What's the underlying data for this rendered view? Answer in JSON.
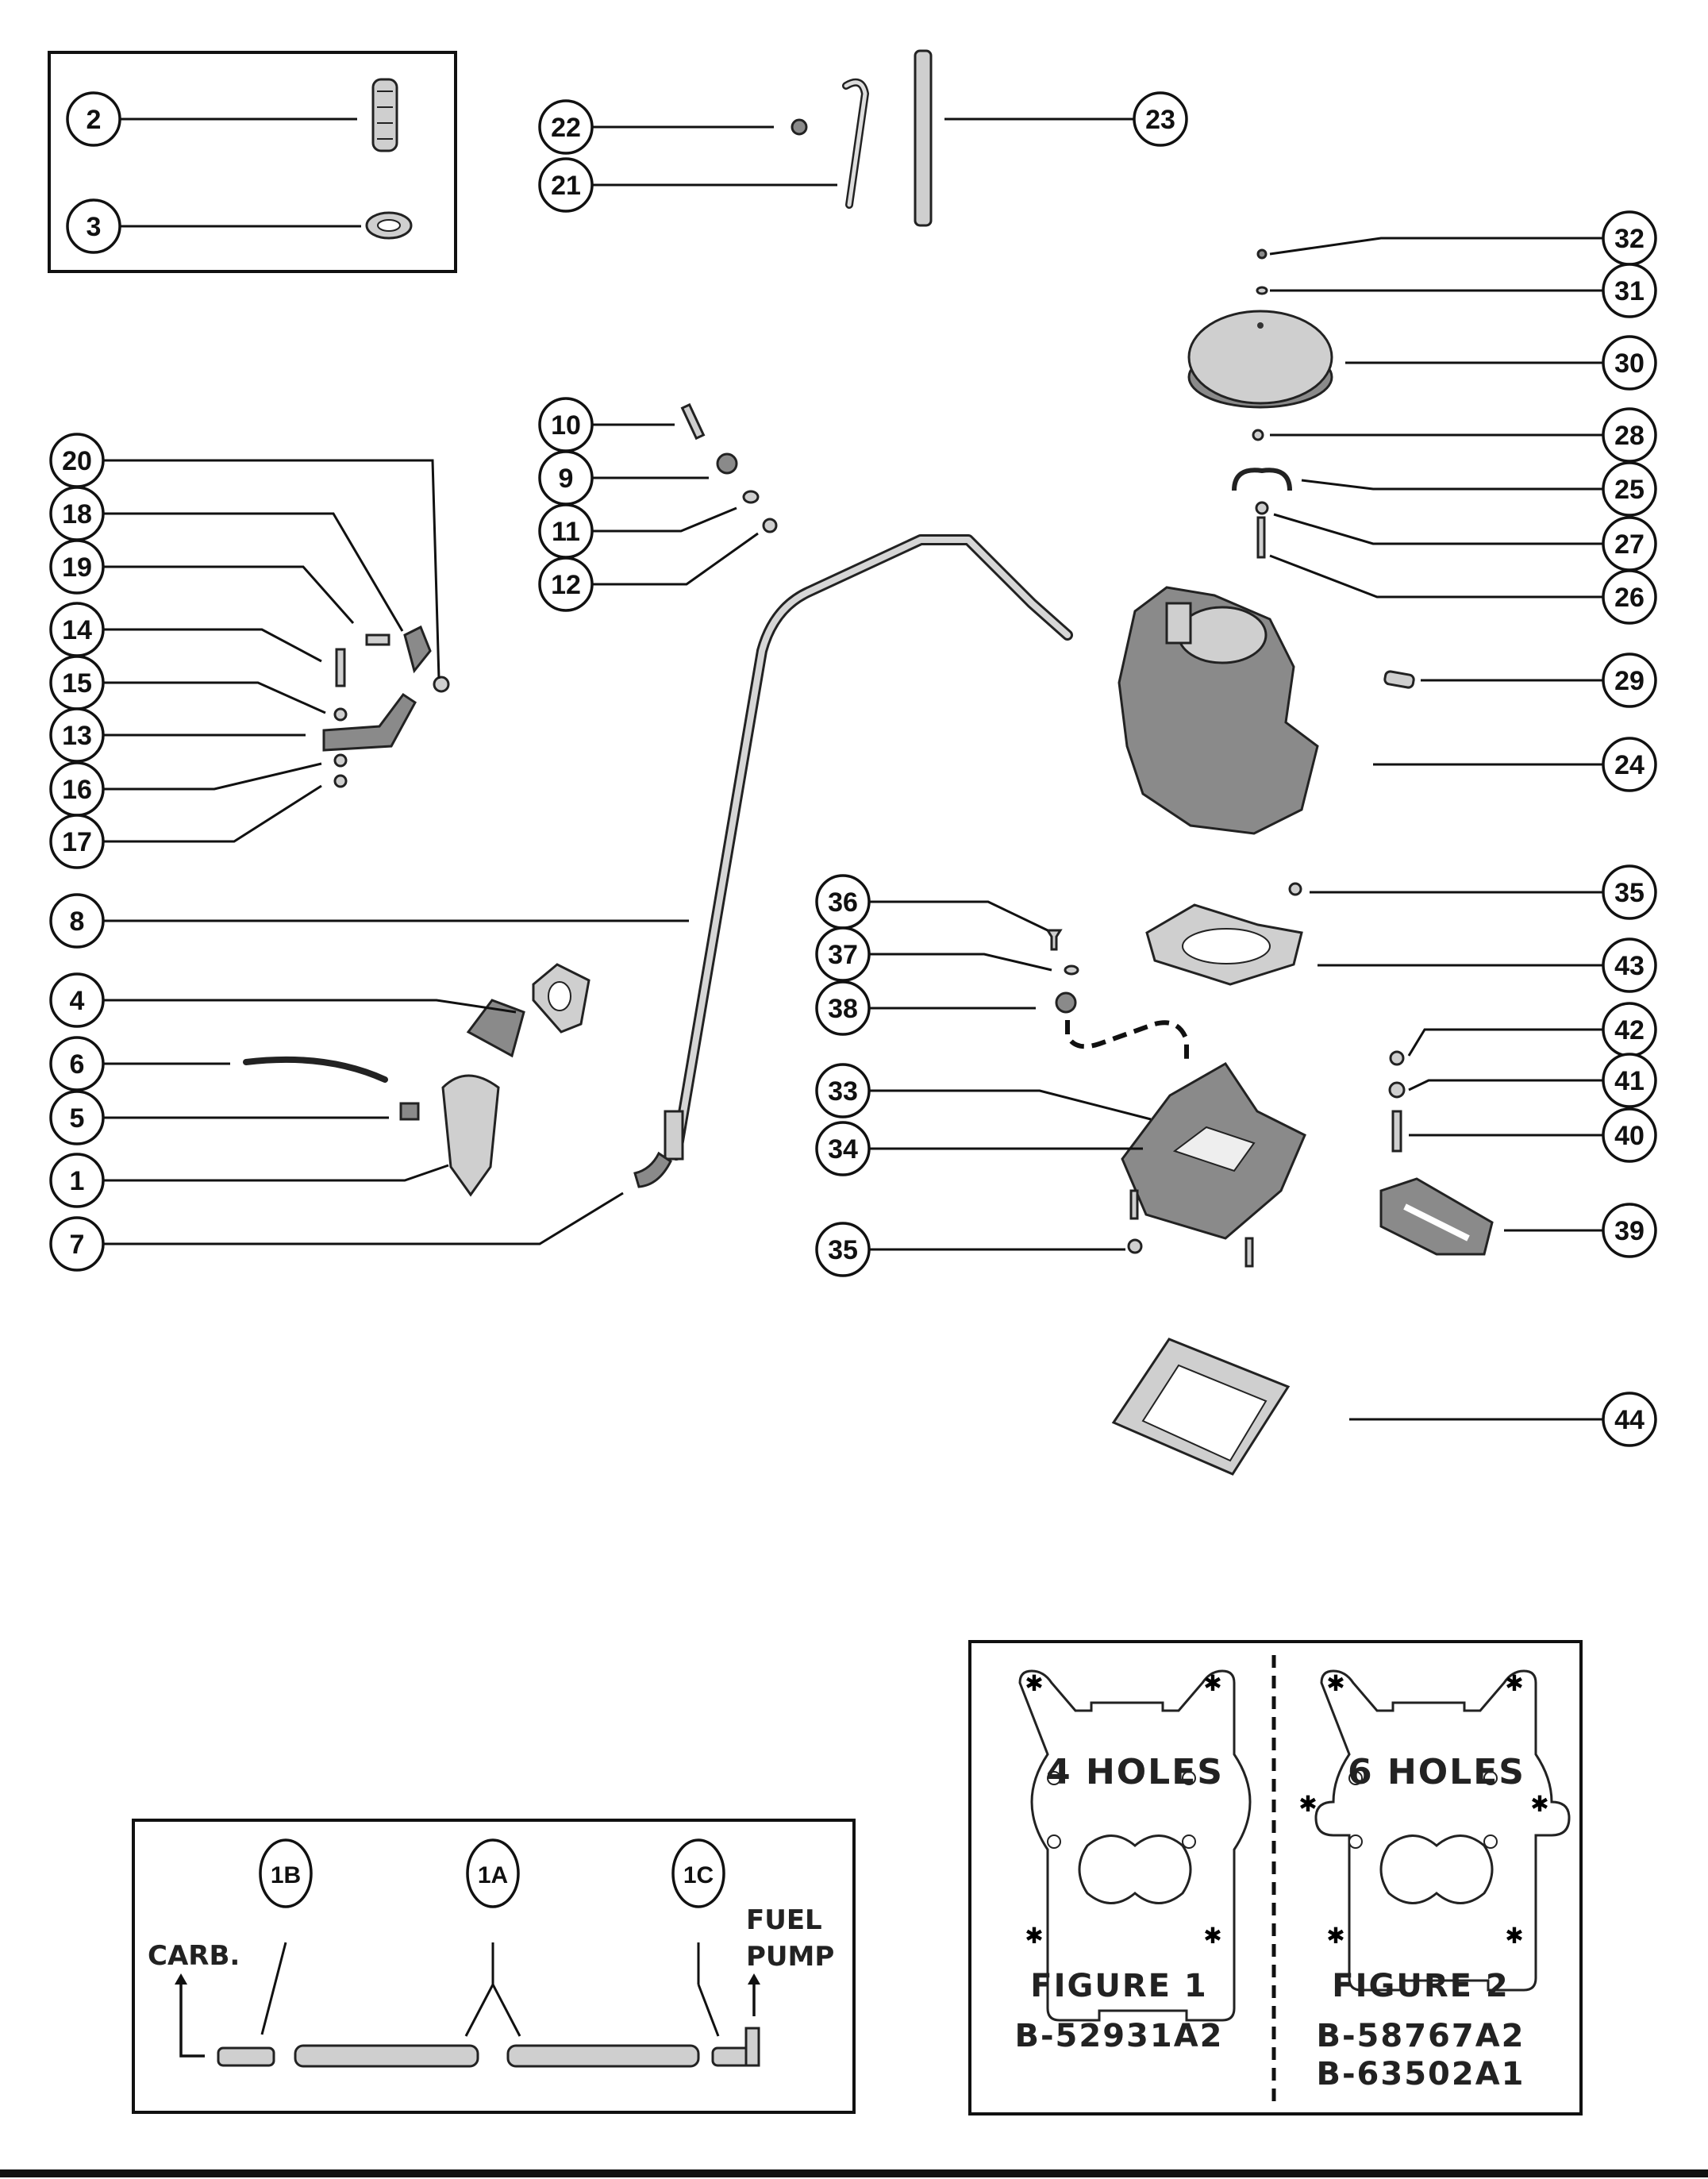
{
  "diagram": {
    "title": "Carburetor and Fuel Pump Exploded Parts Diagram",
    "callouts": [
      {
        "id": "2",
        "label": "2",
        "part": "fuel-filter-element"
      },
      {
        "id": "3",
        "label": "3",
        "part": "filter-gasket"
      },
      {
        "id": "22",
        "label": "22",
        "part": "nut"
      },
      {
        "id": "21",
        "label": "21",
        "part": "vent-tube"
      },
      {
        "id": "23",
        "label": "23",
        "part": "hose"
      },
      {
        "id": "32",
        "label": "32",
        "part": "wing-nut"
      },
      {
        "id": "31",
        "label": "31",
        "part": "washer"
      },
      {
        "id": "30",
        "label": "30",
        "part": "flame-arrestor"
      },
      {
        "id": "28",
        "label": "28",
        "part": "stud-nut"
      },
      {
        "id": "25",
        "label": "25",
        "part": "clip"
      },
      {
        "id": "27",
        "label": "27",
        "part": "lockwasher"
      },
      {
        "id": "26",
        "label": "26",
        "part": "stud"
      },
      {
        "id": "29",
        "label": "29",
        "part": "fitting"
      },
      {
        "id": "24",
        "label": "24",
        "part": "carburetor"
      },
      {
        "id": "10",
        "label": "10",
        "part": "screw"
      },
      {
        "id": "9",
        "label": "9",
        "part": "clamp"
      },
      {
        "id": "11",
        "label": "11",
        "part": "washer"
      },
      {
        "id": "12",
        "label": "12",
        "part": "nut"
      },
      {
        "id": "20",
        "label": "20",
        "part": "nut"
      },
      {
        "id": "18",
        "label": "18",
        "part": "clamp"
      },
      {
        "id": "19",
        "label": "19",
        "part": "screw"
      },
      {
        "id": "14",
        "label": "14",
        "part": "screw"
      },
      {
        "id": "15",
        "label": "15",
        "part": "washer"
      },
      {
        "id": "13",
        "label": "13",
        "part": "bracket"
      },
      {
        "id": "16",
        "label": "16",
        "part": "lockwasher"
      },
      {
        "id": "17",
        "label": "17",
        "part": "nut"
      },
      {
        "id": "8",
        "label": "8",
        "part": "fuel-line"
      },
      {
        "id": "4",
        "label": "4",
        "part": "pump-gasket"
      },
      {
        "id": "6",
        "label": "6",
        "part": "sight-tube"
      },
      {
        "id": "5",
        "label": "5",
        "part": "fitting"
      },
      {
        "id": "1",
        "label": "1",
        "part": "fuel-pump"
      },
      {
        "id": "7",
        "label": "7",
        "part": "elbow"
      },
      {
        "id": "36",
        "label": "36",
        "part": "screw"
      },
      {
        "id": "37",
        "label": "37",
        "part": "washer"
      },
      {
        "id": "38",
        "label": "38",
        "part": "clamp"
      },
      {
        "id": "33",
        "label": "33",
        "part": "adaptor"
      },
      {
        "id": "34",
        "label": "34",
        "part": "stud"
      },
      {
        "id": "35a",
        "label": "35",
        "part": "nut-upper"
      },
      {
        "id": "43",
        "label": "43",
        "part": "carburetor-gasket"
      },
      {
        "id": "42",
        "label": "42",
        "part": "nut"
      },
      {
        "id": "41",
        "label": "41",
        "part": "washer"
      },
      {
        "id": "40",
        "label": "40",
        "part": "stud"
      },
      {
        "id": "39",
        "label": "39",
        "part": "spacer"
      },
      {
        "id": "35b",
        "label": "35",
        "part": "nut-lower"
      },
      {
        "id": "44",
        "label": "44",
        "part": "adaptor-gasket"
      }
    ]
  },
  "inset_filter": {
    "callouts": [
      "2",
      "3"
    ]
  },
  "inset_fuel_line": {
    "callouts": [
      {
        "id": "1B",
        "label": "1B"
      },
      {
        "id": "1A",
        "label": "1A"
      },
      {
        "id": "1C",
        "label": "1C"
      }
    ],
    "left_label": "CARB.",
    "right_label_line1": "FUEL",
    "right_label_line2": "PUMP"
  },
  "inset_gaskets": {
    "figures": [
      {
        "holes_label": "4 HOLES",
        "figure_label": "FIGURE 1",
        "part_numbers": [
          "B-52931A2"
        ]
      },
      {
        "holes_label": "6 HOLES",
        "figure_label": "FIGURE 2",
        "part_numbers": [
          "B-58767A2",
          "B-63502A1"
        ]
      }
    ]
  },
  "colors": {
    "ink": "#111111",
    "part_fill": "#cfcfcf",
    "paper": "#ffffff"
  }
}
